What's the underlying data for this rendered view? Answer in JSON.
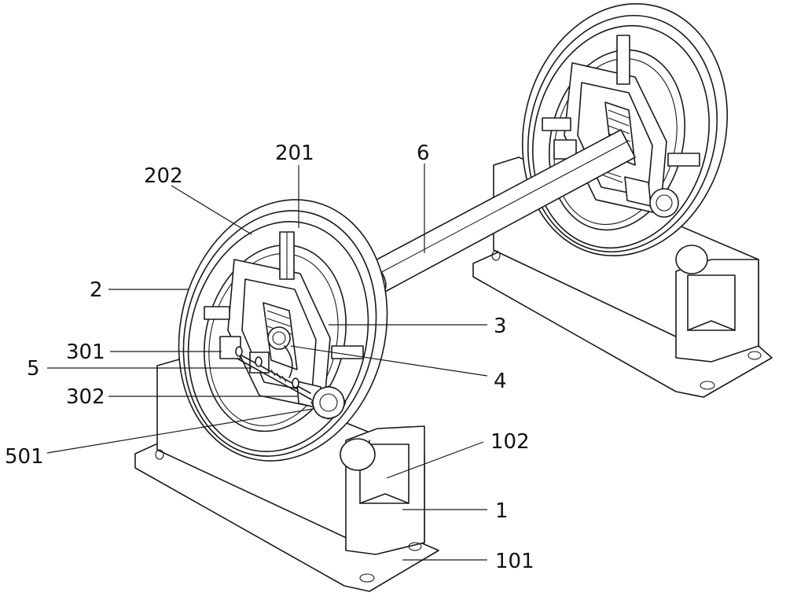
{
  "labels": {
    "l201": "201",
    "l202": "202",
    "l6": "6",
    "l2": "2",
    "l3": "3",
    "l301": "301",
    "l5": "5",
    "l4": "4",
    "l302": "302",
    "l501": "501",
    "l102": "102",
    "l1": "1",
    "l101": "101"
  }
}
